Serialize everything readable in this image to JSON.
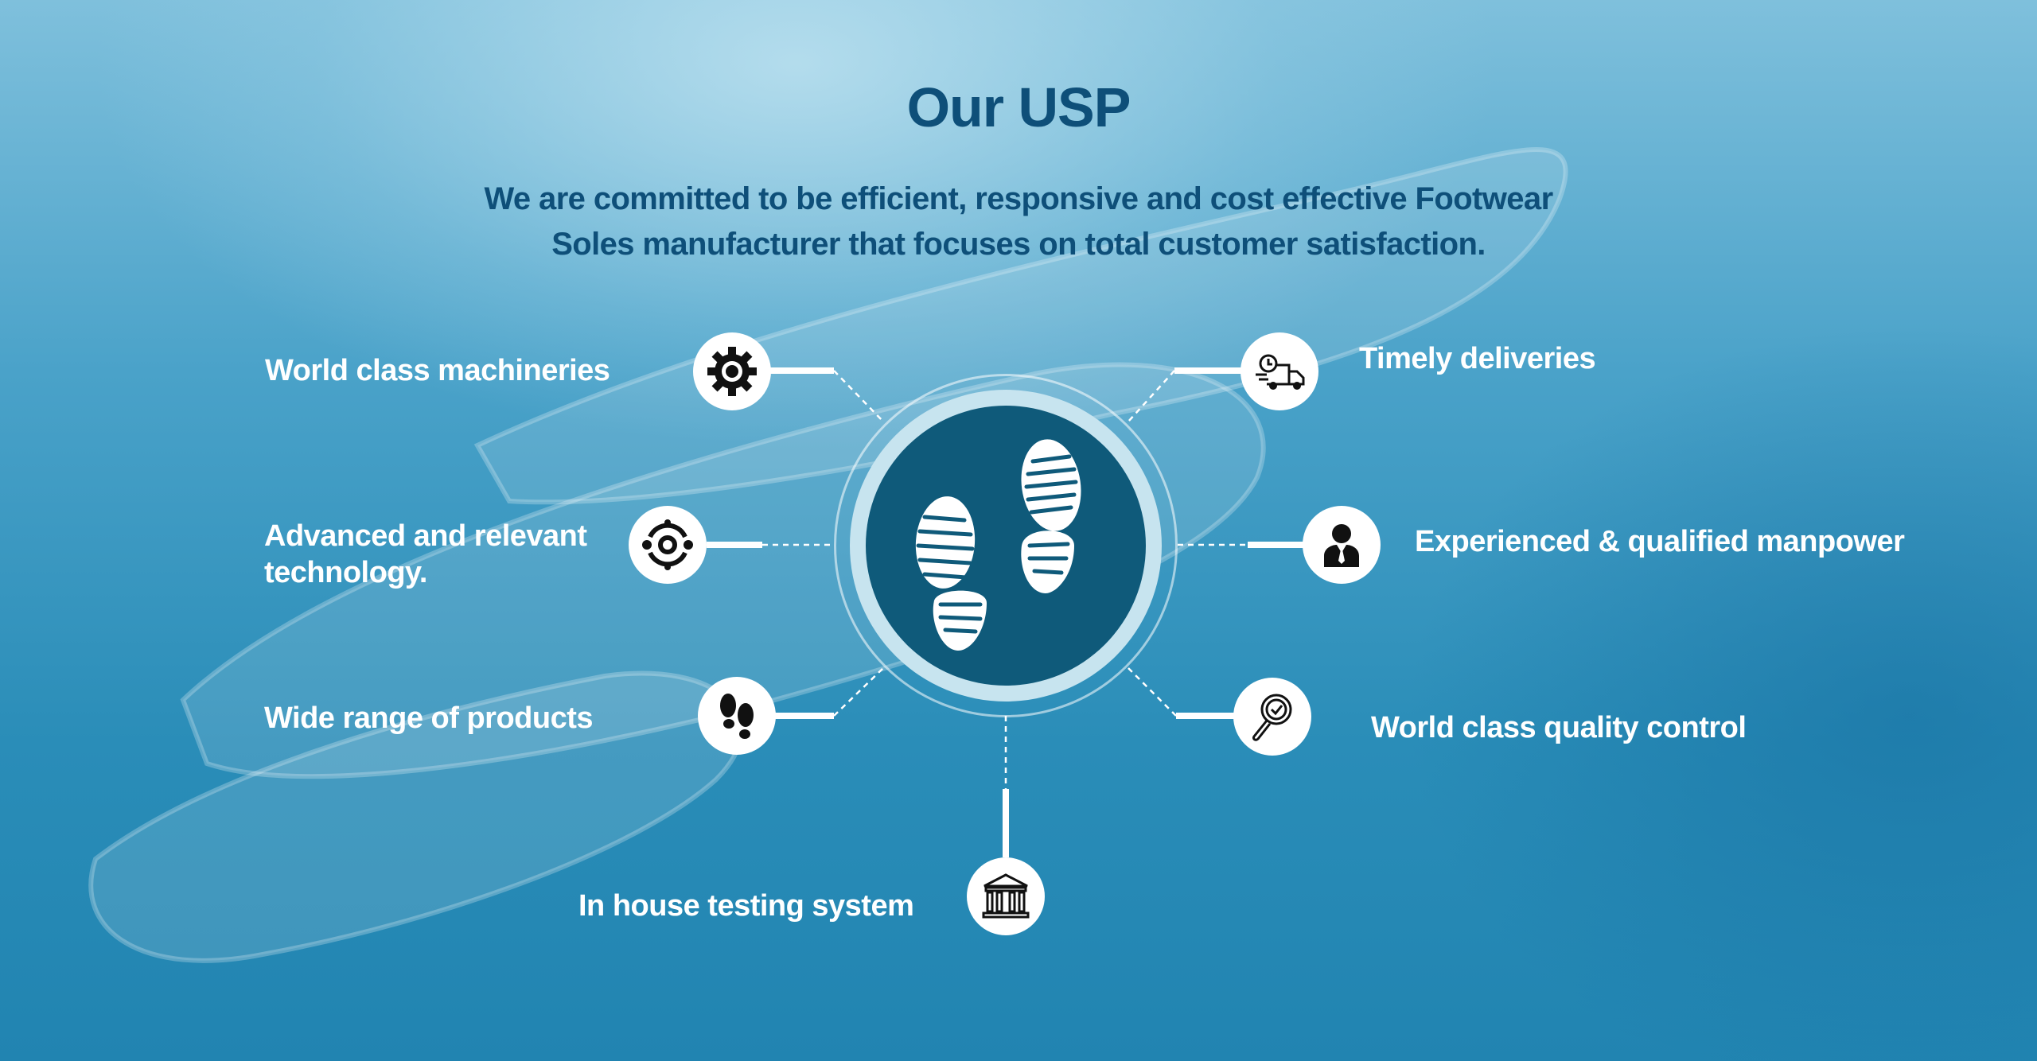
{
  "title": "Our USP",
  "subtitle": {
    "line1": "We are committed to be efficient, responsive and cost effective Footwear",
    "line2": "Soles manufacturer that focuses on total customer satisfaction."
  },
  "center_icon": "footprints-icon",
  "features": [
    {
      "label": "World class machineries",
      "icon": "gear-icon"
    },
    {
      "label_line1": "Advanced and relevant",
      "label_line2": "technology.",
      "icon": "technology-icon"
    },
    {
      "label": "Wide range of products",
      "icon": "footprints-icon"
    },
    {
      "label": "In house testing system",
      "icon": "institution-icon"
    },
    {
      "label": "Timely deliveries",
      "icon": "delivery-truck-icon"
    },
    {
      "label": "Experienced & qualified manpower",
      "icon": "businessman-icon"
    },
    {
      "label": "World class quality control",
      "icon": "magnifier-check-icon"
    }
  ],
  "colors": {
    "title": "#0e4f79",
    "background": "#2a8db7",
    "center": "#0f5a7a",
    "label": "#ffffff"
  }
}
